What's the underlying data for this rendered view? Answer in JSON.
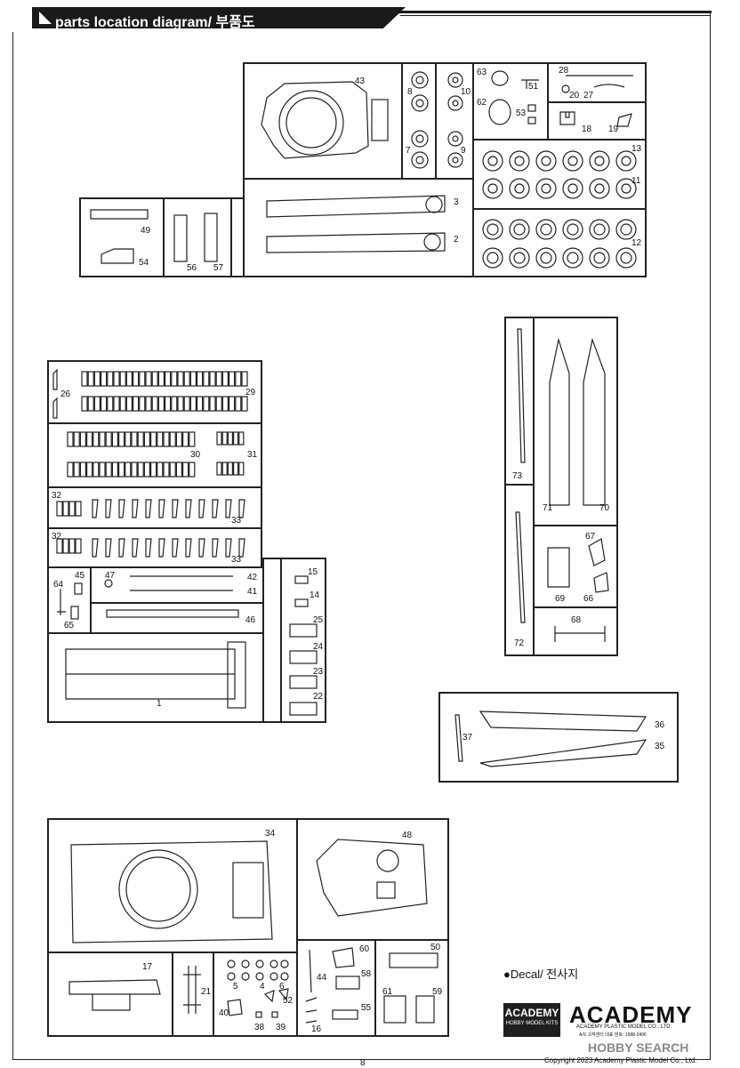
{
  "header": {
    "title": "parts location diagram/ 부품도"
  },
  "page_number": "8",
  "decal_label": "●Decal/ 전사지",
  "logos": {
    "small_brand": "ACADEMY",
    "small_sub": "HOBBY MODEL KITS",
    "big_brand": "ACADEMY",
    "company": "ACADEMY PLASTIC MODEL CO., LTD.",
    "service": "A/S 고객센터 대표 번호: 1588-2406"
  },
  "watermark": "HOBBY SEARCH",
  "copyright": "Copyright 2023 Academy Plastic Model Co., Ltd.",
  "part_numbers": {
    "p43": "43",
    "p8": "8",
    "p7": "7",
    "p10": "10",
    "p9": "9",
    "p63": "63",
    "p51": "51",
    "p62": "62",
    "p53": "53",
    "p28": "28",
    "p20": "20",
    "p27": "27",
    "p18": "18",
    "p19": "19",
    "p13": "13",
    "p11": "11",
    "p12": "12",
    "p3": "3",
    "p2": "2",
    "p49": "49",
    "p54": "54",
    "p56": "56",
    "p57": "57",
    "p26": "26",
    "p29": "29",
    "p30": "30",
    "p31": "31",
    "p32a": "32",
    "p33a": "33",
    "p32b": "32",
    "p33b": "33",
    "p64": "64",
    "p45": "45",
    "p65": "65",
    "p47": "47",
    "p42": "42",
    "p41": "41",
    "p46": "46",
    "p1": "1",
    "p15": "15",
    "p14": "14",
    "p25": "25",
    "p24": "24",
    "p23": "23",
    "p22": "22",
    "p73": "73",
    "p71": "71",
    "p70": "70",
    "p67": "67",
    "p69": "69",
    "p66": "66",
    "p68": "68",
    "p72": "72",
    "p37": "37",
    "p36": "36",
    "p35": "35",
    "p34": "34",
    "p48": "48",
    "p17": "17",
    "p21": "21",
    "p5": "5",
    "p4": "4",
    "p6": "6",
    "p52": "52",
    "p40": "40",
    "p38": "38",
    "p39": "39",
    "p44": "44",
    "p60": "60",
    "p58": "58",
    "p55": "55",
    "p16": "16",
    "p50": "50",
    "p61": "61",
    "p59": "59"
  },
  "colors": {
    "ink": "#222222",
    "brand": "#1f1f1f",
    "watermark": "#8a8a8a"
  }
}
